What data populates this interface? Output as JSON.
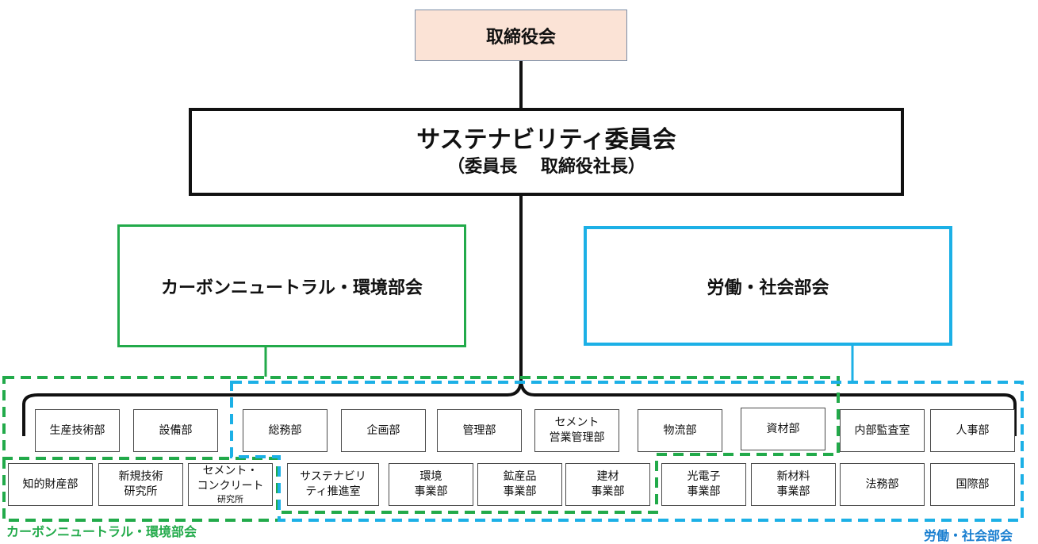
{
  "board": {
    "label": "取締役会"
  },
  "committee": {
    "title": "サステナビリティ委員会",
    "subtitle": "（委員長　 取締役社長）"
  },
  "subcommittees": {
    "carbon": {
      "label": "カーボンニュートラル・環境部会"
    },
    "labor": {
      "label": "労働・社会部会"
    }
  },
  "departments": {
    "row1": [
      {
        "lines": [
          "生産技術部"
        ]
      },
      {
        "lines": [
          "設備部"
        ]
      },
      {
        "lines": [
          "総務部"
        ]
      },
      {
        "lines": [
          "企画部"
        ]
      },
      {
        "lines": [
          "管理部"
        ]
      },
      {
        "lines": [
          "セメント",
          "営業管理部"
        ]
      },
      {
        "lines": [
          "物流部"
        ]
      },
      {
        "lines": [
          "資材部"
        ]
      },
      {
        "lines": [
          "内部監査室"
        ]
      },
      {
        "lines": [
          "人事部"
        ]
      }
    ],
    "row2": [
      {
        "lines": [
          "知的財産部"
        ]
      },
      {
        "lines": [
          "新規技術",
          "研究所"
        ]
      },
      {
        "lines": [
          "セメント・",
          "コンクリート",
          "研究所"
        ]
      },
      {
        "lines": [
          "サステナビリ",
          "ティ推進室"
        ]
      },
      {
        "lines": [
          "環境",
          "事業部"
        ]
      },
      {
        "lines": [
          "鉱産品",
          "事業部"
        ]
      },
      {
        "lines": [
          "建材",
          "事業部"
        ]
      },
      {
        "lines": [
          "光電子",
          "事業部"
        ]
      },
      {
        "lines": [
          "新材料",
          "事業部"
        ]
      },
      {
        "lines": [
          "法務部"
        ]
      },
      {
        "lines": [
          "国際部"
        ]
      }
    ]
  },
  "group_labels": {
    "carbon": "カーボンニュートラル・環境部会",
    "labor": "労働・社会部会"
  },
  "colors": {
    "green": "#22aa4a",
    "blue": "#1cb0e6",
    "board_fill": "#fbe3d6"
  }
}
